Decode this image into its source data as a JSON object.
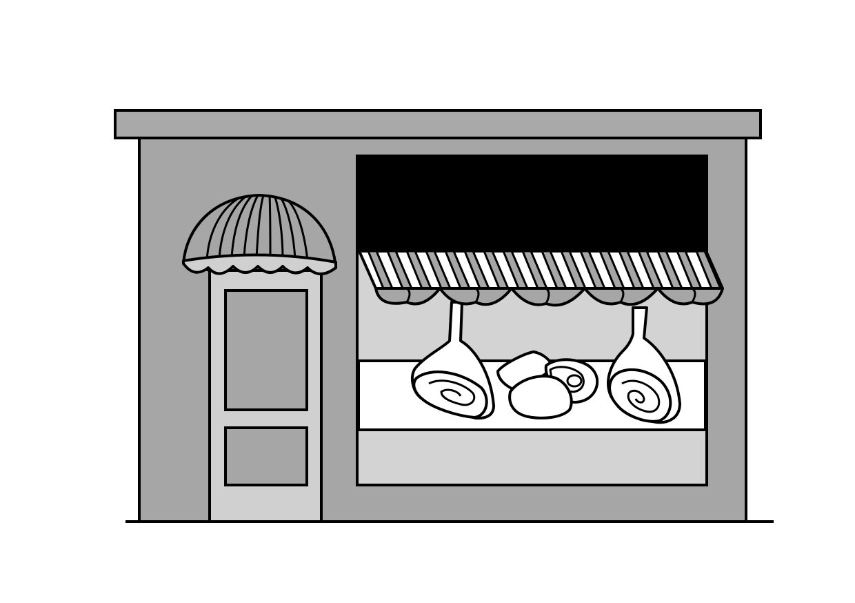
{
  "scene": {
    "subject": "butcher-shop-storefront",
    "style": "grayscale line drawing"
  },
  "colors": {
    "background": "#ffffff",
    "roof": "#a9a9a9",
    "wall": "#a6a6a6",
    "door": "#d0d0d0",
    "door_panel": "#a6a6a6",
    "sign": "#000000",
    "window": "#d3d3d3",
    "counter": "#ffffff",
    "awning_stripe_light": "#ffffff",
    "awning_stripe_dark": "#a6a6a6",
    "outline": "#000000"
  },
  "elements": {
    "sign_board": {
      "text": ""
    },
    "display_items": [
      "hanging-ham-left",
      "meat-cuts",
      "hanging-ham-right"
    ]
  }
}
